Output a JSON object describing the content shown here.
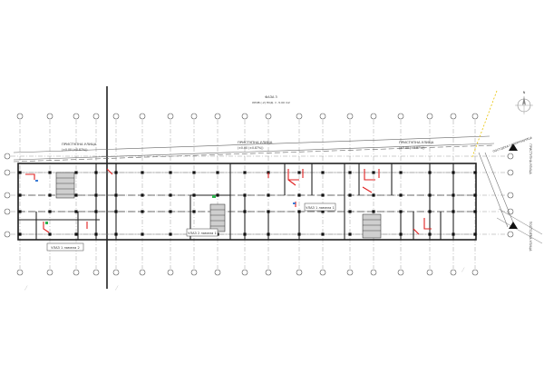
{
  "title": {
    "line1": "ФАЗА 3",
    "line2": "КРОВ (-2) ПОД. = -5.00 m2"
  },
  "street_labels": [
    {
      "text": "ПРИСТУПНА УЛИЦА",
      "sub": "(±0.00 (±0.87%))"
    },
    {
      "text": "ПРИСТУПНА УЛИЦА",
      "sub": "(±0.00 (±0.87%))"
    },
    {
      "text": "ПРИСТУПНА УЛИЦА",
      "sub": "(±0.00 (±0.87%))"
    }
  ],
  "entrance_labels": [
    "УЛАЗ 1 ламела 2",
    "УЛАЗ 2 ламела 1",
    "УЛАЗ 1 ламела 1"
  ],
  "road_label": "ПОСТОЈЕЋА САОБРАЋАЈНИЦА",
  "side_labels": [
    "ПРИСТУПНА УЛИЦА",
    "ПОСТОЈЕЋА УЛИЦА"
  ],
  "north_label": "N"
}
